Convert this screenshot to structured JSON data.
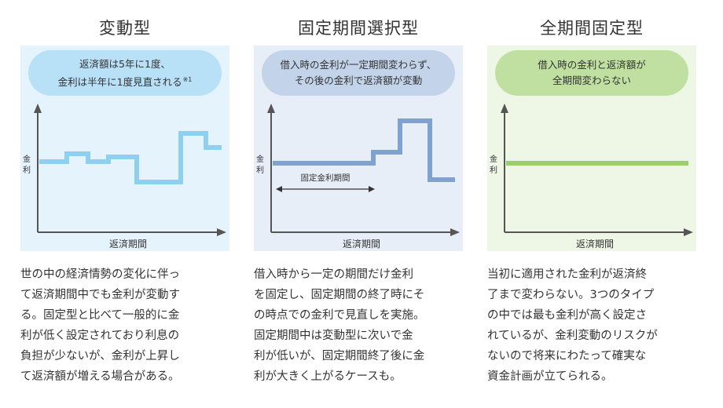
{
  "columns": [
    {
      "title": "変動型",
      "bubble_lines": [
        "返済額は5年に1度、",
        "金利は半年に1度見直される"
      ],
      "bubble_note": "※1",
      "y_label": [
        "金",
        "利"
      ],
      "x_label": "返済期間",
      "range_label": "",
      "rate_path": [
        [
          0,
          52
        ],
        [
          35,
          52
        ],
        [
          35,
          42
        ],
        [
          62,
          42
        ],
        [
          62,
          52
        ],
        [
          88,
          52
        ],
        [
          88,
          46
        ],
        [
          124,
          46
        ],
        [
          124,
          78
        ],
        [
          180,
          78
        ],
        [
          180,
          16
        ],
        [
          212,
          16
        ],
        [
          212,
          34
        ],
        [
          232,
          34
        ]
      ],
      "description": [
        "世の中の経済情勢の変化に伴っ",
        "て返済期間中でも金利が変動す",
        "る。固定型と比べて一般的に金",
        "利が低く設定されており利息の",
        "負担が少ないが、金利が上昇し",
        "て返済額が増える場合がある。"
      ],
      "colors": {
        "panel": "#e5f3fc",
        "bubble": "#b8e0f7",
        "line": "#8dd0f0"
      }
    },
    {
      "title": "固定期間選択型",
      "bubble_lines": [
        "借入時の金利が一定期間変わらず、",
        "その後の金利で返済額が変動"
      ],
      "bubble_note": "",
      "y_label": [
        "金",
        "利"
      ],
      "x_label": "返済期間",
      "range_label": "固定金利期間",
      "rate_path": [
        [
          0,
          54
        ],
        [
          128,
          54
        ],
        [
          128,
          40
        ],
        [
          162,
          40
        ],
        [
          162,
          0
        ],
        [
          200,
          0
        ],
        [
          200,
          75
        ],
        [
          232,
          75
        ]
      ],
      "description": [
        "借入時から一定の期間だけ金利",
        "を固定し、固定期間の終了時にそ",
        "の時点での金利で見直しを実施。",
        "固定期間中は変動型に次いで金",
        "利が低いが、固定期間終了後に金",
        "利が大きく上がるケースも。"
      ],
      "colors": {
        "panel": "#e7eef7",
        "bubble": "#c2d3ea",
        "line": "#7fa3ce"
      }
    },
    {
      "title": "全期間固定型",
      "bubble_lines": [
        "借入時の金利と返済額が",
        "全期間変わらない"
      ],
      "bubble_note": "",
      "y_label": [
        "金",
        "利"
      ],
      "x_label": "返済期間",
      "range_label": "",
      "rate_path": [
        [
          0,
          54
        ],
        [
          232,
          54
        ]
      ],
      "description": [
        "当初に適用された金利が返済終",
        "了まで変わらない。3つのタイプ",
        "の中では最も金利が高く設定さ",
        "れているが、金利変動のリスクが",
        "ないので将来にわたって確実な",
        "資金計画が立てられる。"
      ],
      "colors": {
        "panel": "#eef6e6",
        "bubble": "#bfe0a0",
        "line": "#9ccf6b"
      }
    }
  ],
  "colors": {
    "axis": "#555555",
    "text": "#333333",
    "background": "#ffffff"
  }
}
